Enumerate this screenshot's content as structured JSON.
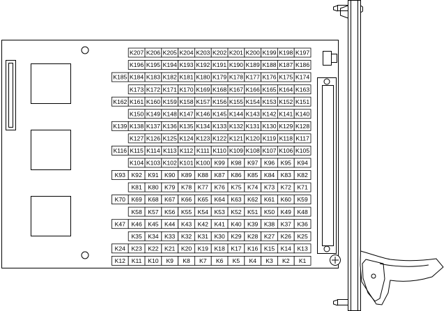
{
  "relay_rows": [
    [
      "K207",
      "K206",
      "K205",
      "K204",
      "K203",
      "K202",
      "K201",
      "K200",
      "K199",
      "K198",
      "K197"
    ],
    [
      "K196",
      "K195",
      "K194",
      "K193",
      "K192",
      "K191",
      "K190",
      "K189",
      "K188",
      "K187",
      "K186"
    ],
    [
      "K185",
      "K184",
      "K183",
      "K182",
      "K181",
      "K180",
      "K179",
      "K178",
      "K177",
      "K176",
      "K175",
      "K174"
    ],
    [
      "K173",
      "K172",
      "K171",
      "K170",
      "K169",
      "K168",
      "K167",
      "K166",
      "K165",
      "K164",
      "K163"
    ],
    [
      "K162",
      "K161",
      "K160",
      "K159",
      "K158",
      "K157",
      "K156",
      "K155",
      "K154",
      "K153",
      "K152",
      "K151"
    ],
    [
      "K150",
      "K149",
      "K148",
      "K147",
      "K146",
      "K145",
      "K144",
      "K143",
      "K142",
      "K141",
      "K140"
    ],
    [
      "K139",
      "K138",
      "K137",
      "K136",
      "K135",
      "K134",
      "K133",
      "K132",
      "K131",
      "K130",
      "K129",
      "K128"
    ],
    [
      "K127",
      "K126",
      "K125",
      "K124",
      "K123",
      "K122",
      "K121",
      "K120",
      "K119",
      "K118",
      "K117"
    ],
    [
      "K116",
      "K115",
      "K114",
      "K113",
      "K112",
      "K111",
      "K110",
      "K109",
      "K108",
      "K107",
      "K106",
      "K105"
    ],
    [
      "K104",
      "K103",
      "K102",
      "K101",
      "K100",
      "K99",
      "K98",
      "K97",
      "K96",
      "K95",
      "K94"
    ],
    [
      "K93",
      "K92",
      "K91",
      "K90",
      "K89",
      "K88",
      "K87",
      "K86",
      "K85",
      "K84",
      "K83",
      "K82"
    ],
    [
      "K81",
      "K80",
      "K79",
      "K78",
      "K77",
      "K76",
      "K75",
      "K74",
      "K73",
      "K72",
      "K71"
    ],
    [
      "K70",
      "K69",
      "K68",
      "K67",
      "K66",
      "K65",
      "K64",
      "K63",
      "K62",
      "K61",
      "K60",
      "K59"
    ],
    [
      "K58",
      "K57",
      "K56",
      "K55",
      "K54",
      "K53",
      "K52",
      "K51",
      "K50",
      "K49",
      "K48"
    ],
    [
      "K47",
      "K46",
      "K45",
      "K44",
      "K43",
      "K42",
      "K41",
      "K40",
      "K39",
      "K38",
      "K37",
      "K36"
    ],
    [
      "K35",
      "K34",
      "K33",
      "K32",
      "K31",
      "K30",
      "K29",
      "K28",
      "K27",
      "K26",
      "K25"
    ],
    [
      "K24",
      "K23",
      "K22",
      "K21",
      "K20",
      "K19",
      "K18",
      "K17",
      "K16",
      "K15",
      "K14",
      "K13"
    ],
    [
      "K12",
      "K11",
      "K10",
      "K9",
      "K8",
      "K7",
      "K6",
      "K5",
      "K4",
      "K3",
      "K2",
      "K1"
    ]
  ]
}
